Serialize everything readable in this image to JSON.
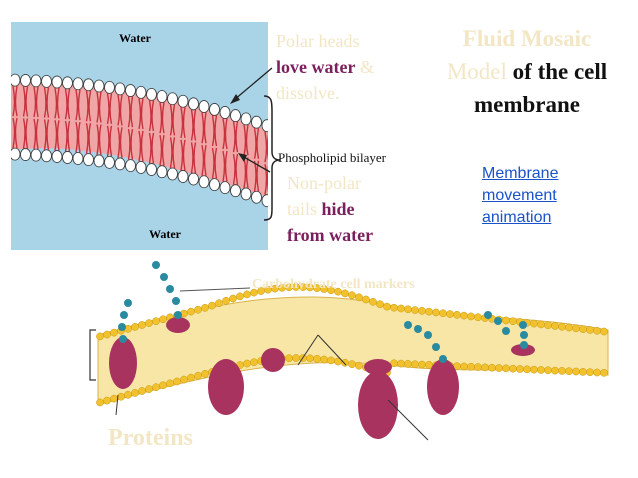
{
  "bilayer": {
    "water_top": "Water",
    "water_bottom": "Water",
    "phospholipid_label": "Phospholipid bilayer"
  },
  "notes": {
    "polar_1": "Polar heads",
    "polar_2": "love water",
    "polar_3": "&",
    "polar_4": "dissolve.",
    "nonpolar_1": "Non-polar",
    "nonpolar_2": "tails",
    "nonpolar_3": "hide",
    "nonpolar_4": "from water"
  },
  "title": {
    "line1": "Fluid Mosaic",
    "line2a": "Model",
    "line2b": "of",
    "line2c": "the cell",
    "line3": "membrane"
  },
  "link": {
    "line1": "Membrane",
    "line2": "movement",
    "line3": "animation"
  },
  "membrane": {
    "carbohydrate_label": "Carbohydrate cell markers",
    "proteins_label": "Proteins"
  },
  "colors": {
    "water": "#a9d4e8",
    "tails": "#f0a6a6",
    "tail_lines": "#c8323c",
    "heads": "#ffffff",
    "lipid_heads": "#f2c12e",
    "protein": "#a8335f",
    "carbohydrate": "#2a8aa0",
    "link": "#1a52c9",
    "plum_text": "#7a1f5c",
    "faint_text": "#f2e6c4"
  }
}
